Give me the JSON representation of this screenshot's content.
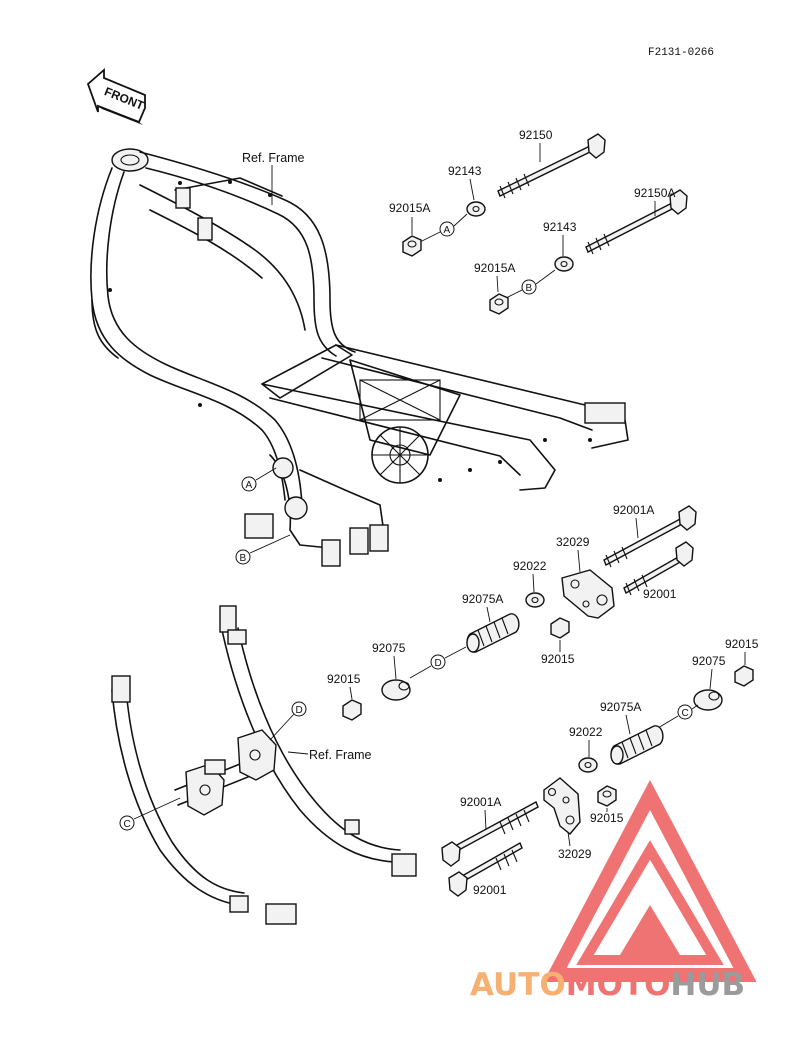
{
  "diagram_code": "F2131-0266",
  "front_label": "FRONT",
  "ref_frame_label": "Ref. Frame",
  "callouts": {
    "A": "A",
    "B": "B",
    "C": "C",
    "D": "D"
  },
  "part_numbers": {
    "p92150": "92150",
    "p92150A": "92150A",
    "p92143_1": "92143",
    "p92143_2": "92143",
    "p92015A_1": "92015A",
    "p92015A_2": "92015A",
    "p92001A_1": "92001A",
    "p92001_1": "92001",
    "p32029_1": "32029",
    "p92022_1": "92022",
    "p92015_1": "92015",
    "p92075A_1": "92075A",
    "p92075_1": "92075",
    "p92015_2": "92015",
    "p92015_3": "92015",
    "p92075_2": "92075",
    "p92075A_2": "92075A",
    "p92022_2": "92022",
    "p92001A_2": "92001A",
    "p32029_2": "32029",
    "p92015_4": "92015",
    "p92001_2": "92001"
  },
  "watermark": {
    "part1": "AUTO",
    "part2": "MOTO",
    "part3": "HUB",
    "color_orange": "#f5a35a",
    "color_red": "#ee5b5b",
    "color_gray": "#8a8a8a"
  }
}
